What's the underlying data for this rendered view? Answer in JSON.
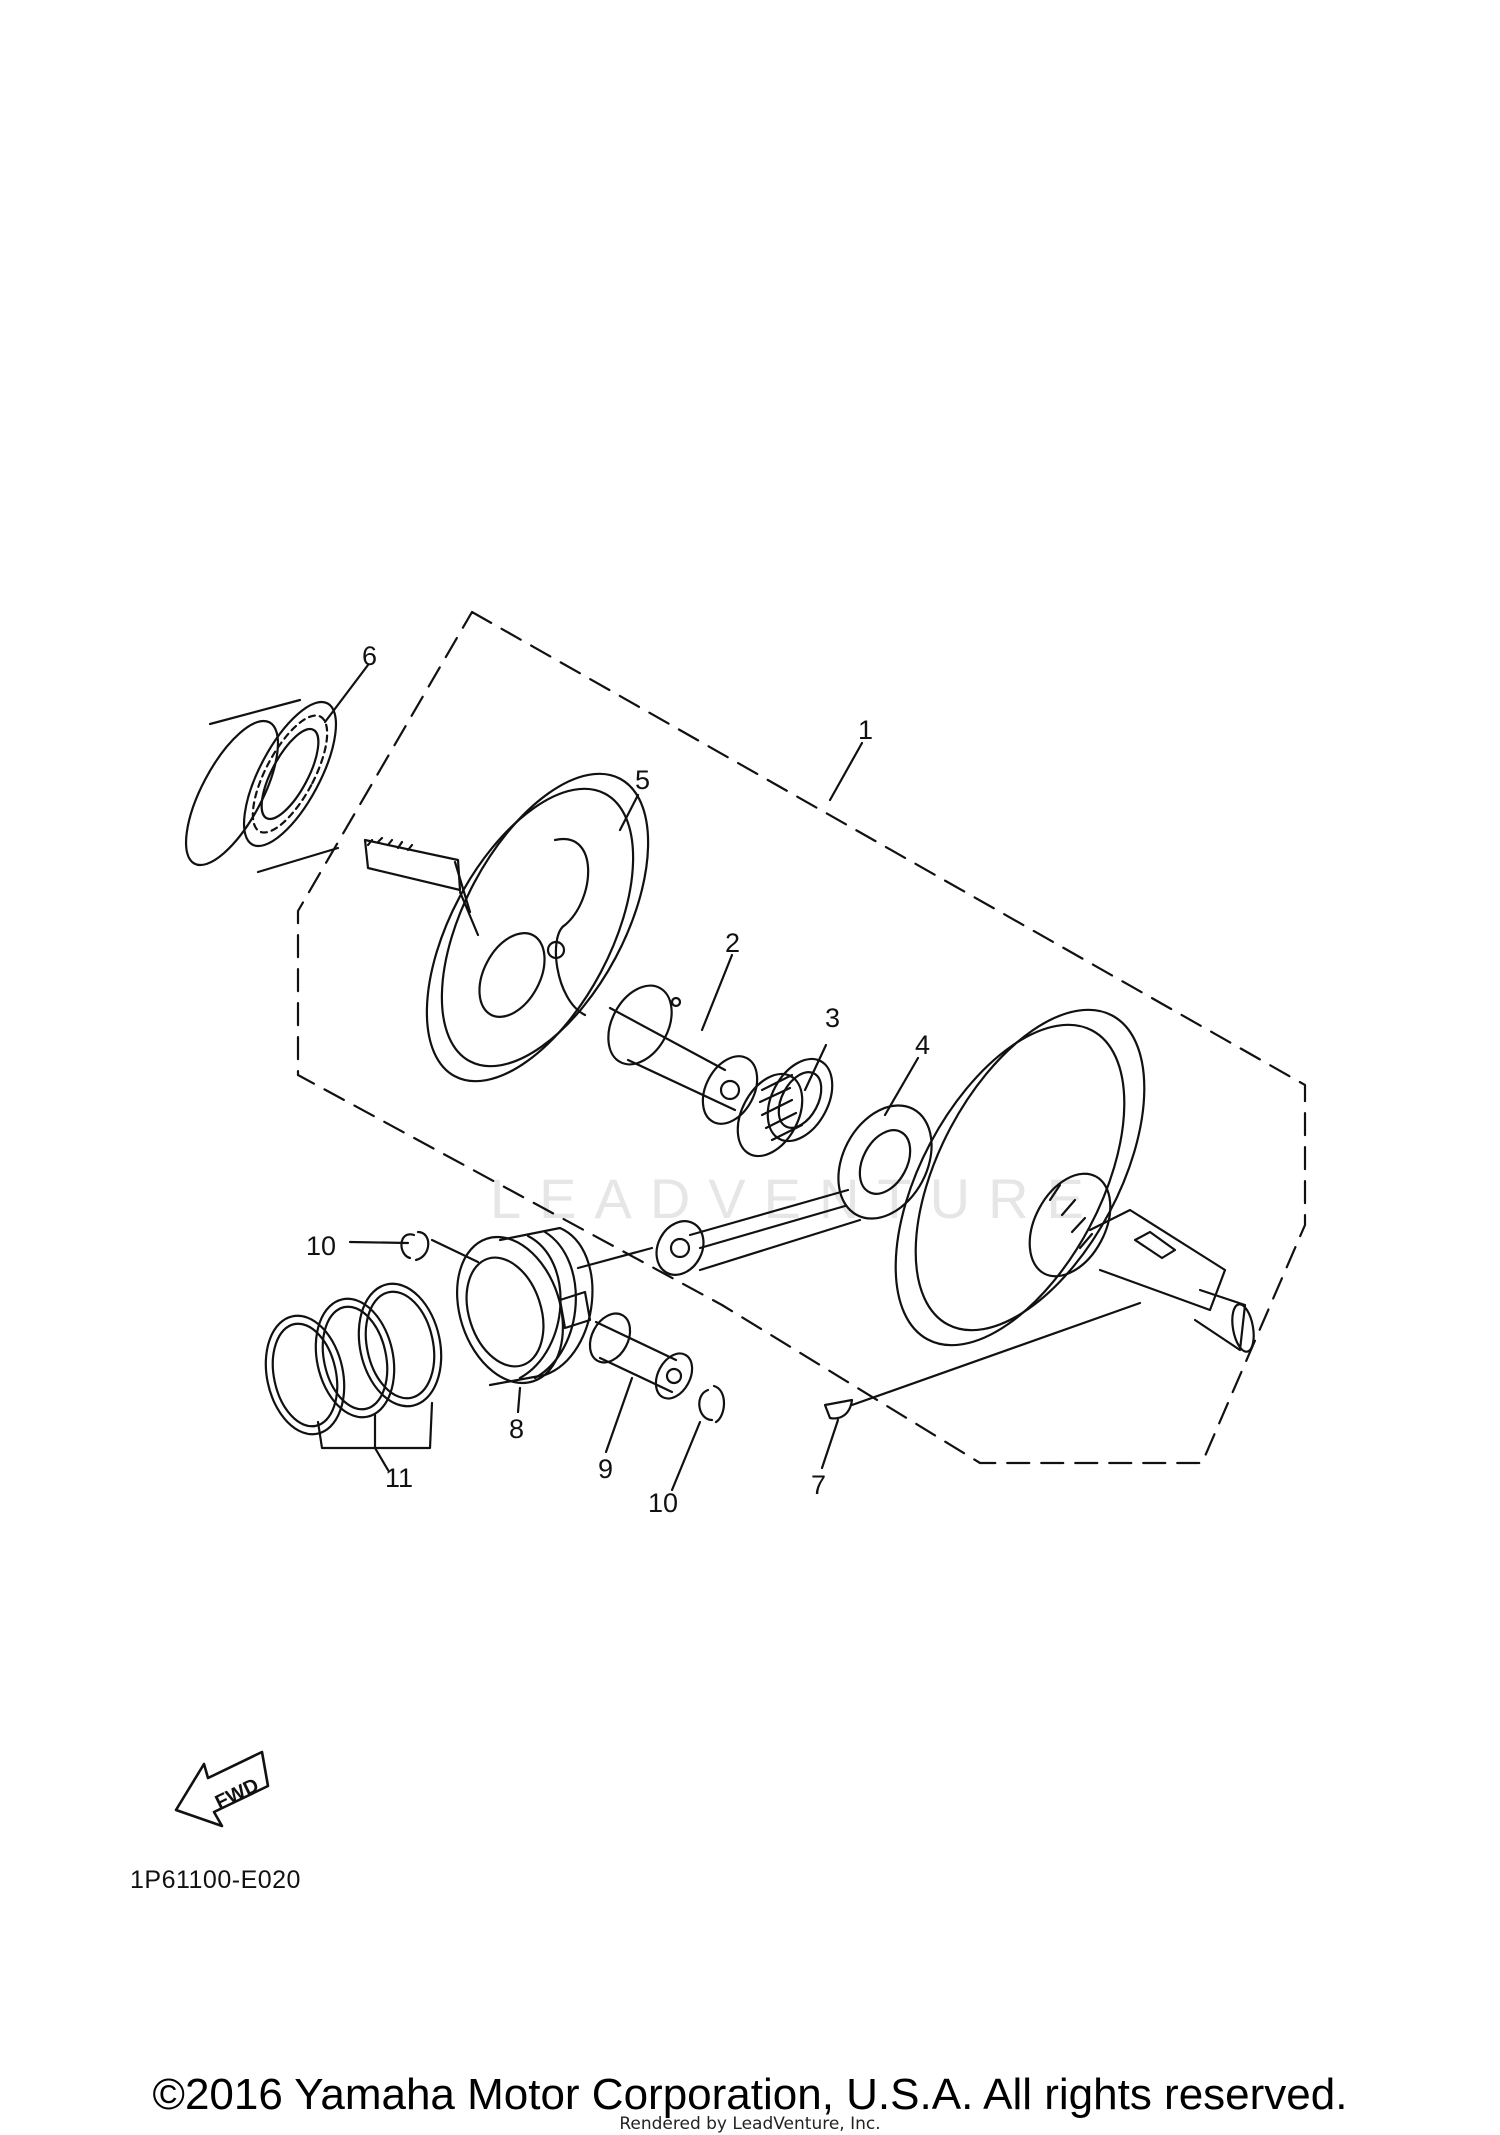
{
  "diagram": {
    "callouts": {
      "c1": "1",
      "c2": "2",
      "c3": "3",
      "c4": "4",
      "c5": "5",
      "c6": "6",
      "c7": "7",
      "c8": "8",
      "c9": "9",
      "c10a": "10",
      "c10b": "10",
      "c11": "11"
    },
    "fwd_label": "FWD",
    "watermark": "LEADVENTURE",
    "part_code": "1P61100-E020"
  },
  "footer": {
    "copyright": "©2016 Yamaha Motor Corporation, U.S.A. All rights reserved.",
    "rendered_by": "Rendered by LeadVenture, Inc."
  },
  "colors": {
    "line": "#111111",
    "background": "#ffffff",
    "watermark": "#e6e6e6"
  }
}
